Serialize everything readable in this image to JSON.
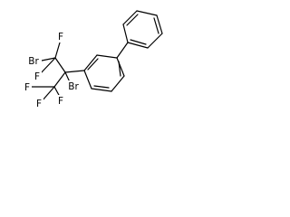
{
  "structure": {
    "atoms": {
      "br_upper": "Br",
      "f_top": "F",
      "f_left": "F",
      "br_center": "Br",
      "f_lower_a": "F",
      "f_lower_b": "F",
      "f_lower_c": "F"
    }
  },
  "colors": {
    "bond": "#000000",
    "label": "#000000",
    "background": "#ffffff"
  }
}
